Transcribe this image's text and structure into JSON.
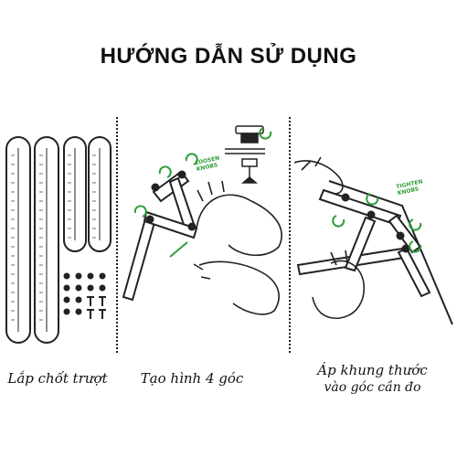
{
  "title": "HƯỚNG DẪN SỬ DỤNG",
  "steps": [
    {
      "caption": "Lắp chốt trượt"
    },
    {
      "caption": "Tạo hình 4 góc",
      "label": "LOOSEN KNOBS"
    },
    {
      "caption_line1": "Áp khung thước",
      "caption_line2": "vào góc cần đo",
      "label": "TIGHTEN KNOBS"
    }
  ],
  "colors": {
    "accent": "#2e9e3a",
    "ink": "#111111"
  }
}
